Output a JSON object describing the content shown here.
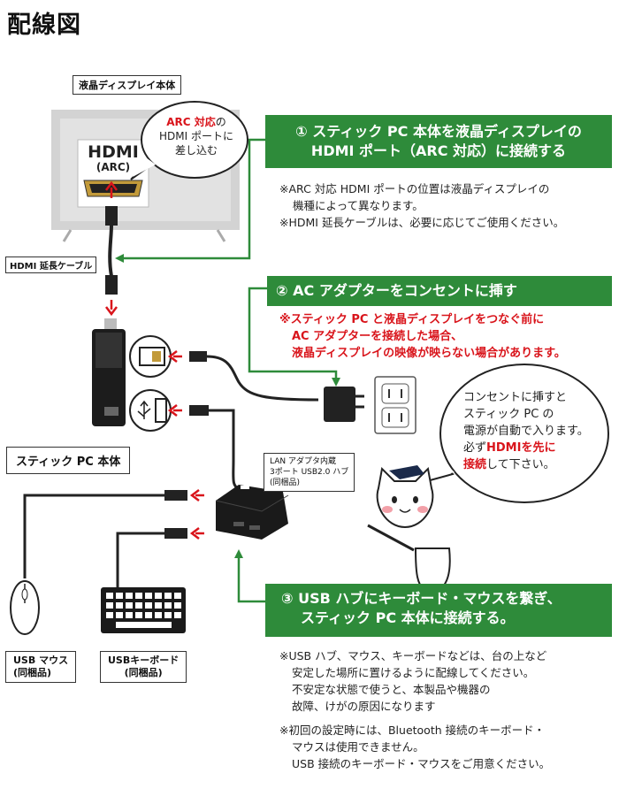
{
  "title": "配線図",
  "labels": {
    "display": "液晶ディスプレイ本体",
    "hdmi_cable": "HDMI 延長ケーブル",
    "stick_pc": "スティック PC 本体",
    "hub": [
      "LAN アダプタ内蔵",
      "3ポート USB2.0 ハブ",
      "(同梱品)"
    ],
    "mouse": [
      "USB マウス",
      "(同梱品)"
    ],
    "keyboard": [
      "USBキーボード",
      "(同梱品)"
    ],
    "hdmi_port": "HDMI",
    "hdmi_port_sub": "(ARC)"
  },
  "arc_bubble": {
    "red": "ARC 対応",
    "l1_rest": "の",
    "l2": "HDMI ポートに",
    "l3": "差し込む"
  },
  "step1": {
    "heading": [
      "① スティック PC 本体を液晶ディスプレイの",
      "HDMI ポート（ARC 対応）に接続する"
    ],
    "notes": [
      "※ARC 対応 HDMI ポートの位置は液晶ディスプレイの",
      "機種によって異なります。",
      "※HDMI 延長ケーブルは、必要に応じてご使用ください。"
    ]
  },
  "step2": {
    "heading": "② AC アダプターをコンセントに挿す",
    "warning": [
      "※スティック PC と液晶ディスプレイをつなぐ前に",
      "AC アダプターを接続した場合、",
      "液晶ディスプレイの映像が映らない場合があります。"
    ]
  },
  "power_bubble": {
    "l1": "コンセントに挿すと",
    "l2": "スティック PC の",
    "l3": "電源が自動で入ります。",
    "l4_pre": "必ず",
    "l4_red": "HDMIを先に",
    "l5_red": "接続",
    "l5_post": "して下さい。"
  },
  "step3": {
    "heading": [
      "③ USB ハブにキーボード・マウスを繋ぎ、",
      "スティック PC 本体に接続する。"
    ],
    "notes1": [
      "※USB ハブ、マウス、キーボードなどは、台の上など",
      "安定した場所に置けるように配線してください。",
      "不安定な状態で使うと、本製品や機器の",
      "故障、けがの原因になります"
    ],
    "notes2": [
      "※初回の設定時には、Bluetooth 接続のキーボード・",
      "マウスは使用できません。",
      "USB 接続のキーボード・マウスをご用意ください。"
    ]
  },
  "colors": {
    "accent_green": "#2e8b3a",
    "warning_red": "#d9141b"
  },
  "icons": [
    "tv-icon",
    "hdmi-port-icon",
    "stick-pc-icon",
    "hdmi-symbol-icon",
    "usb-symbol-icon",
    "ac-adapter-icon",
    "outlet-icon",
    "usb-hub-icon",
    "mouse-icon",
    "keyboard-icon",
    "cat-mascot-icon"
  ]
}
